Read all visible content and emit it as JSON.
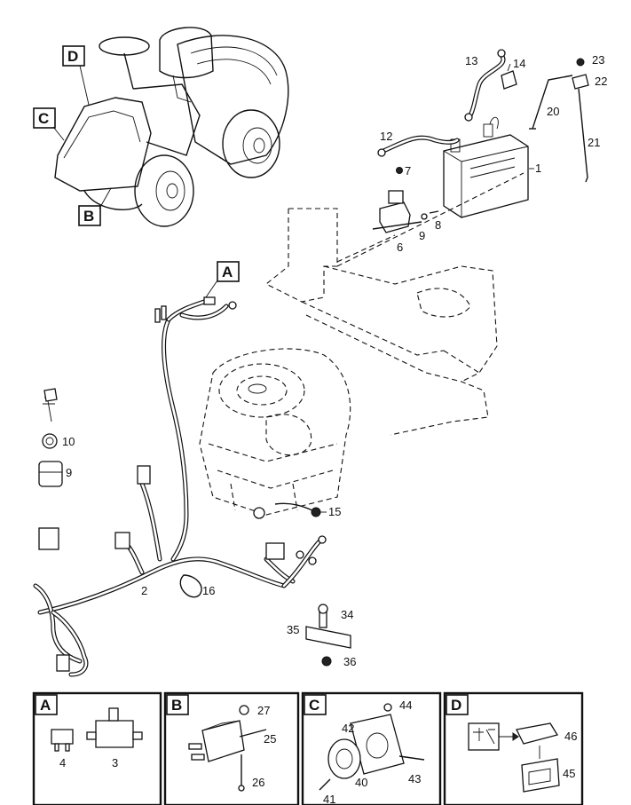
{
  "callouts": {
    "A": "A",
    "B": "B",
    "C": "C",
    "D": "D"
  },
  "parts": {
    "p1": "1",
    "p2": "2",
    "p3": "3",
    "p4": "4",
    "p6": "6",
    "p7": "7",
    "p8": "8",
    "p9": "9",
    "p9b": "9",
    "p10": "10",
    "p12": "12",
    "p13": "13",
    "p14": "14",
    "p15": "15",
    "p16": "16",
    "p20": "20",
    "p21": "21",
    "p22": "22",
    "p23": "23",
    "p25": "25",
    "p26": "26",
    "p27": "27",
    "p34": "34",
    "p35": "35",
    "p36": "36",
    "p40": "40",
    "p41": "41",
    "p42": "42",
    "p43": "43",
    "p44": "44",
    "p45": "45",
    "p46": "46"
  },
  "detail_panels": [
    {
      "id": "A",
      "label": "A"
    },
    {
      "id": "B",
      "label": "B"
    },
    {
      "id": "C",
      "label": "C"
    },
    {
      "id": "D",
      "label": "D"
    }
  ]
}
